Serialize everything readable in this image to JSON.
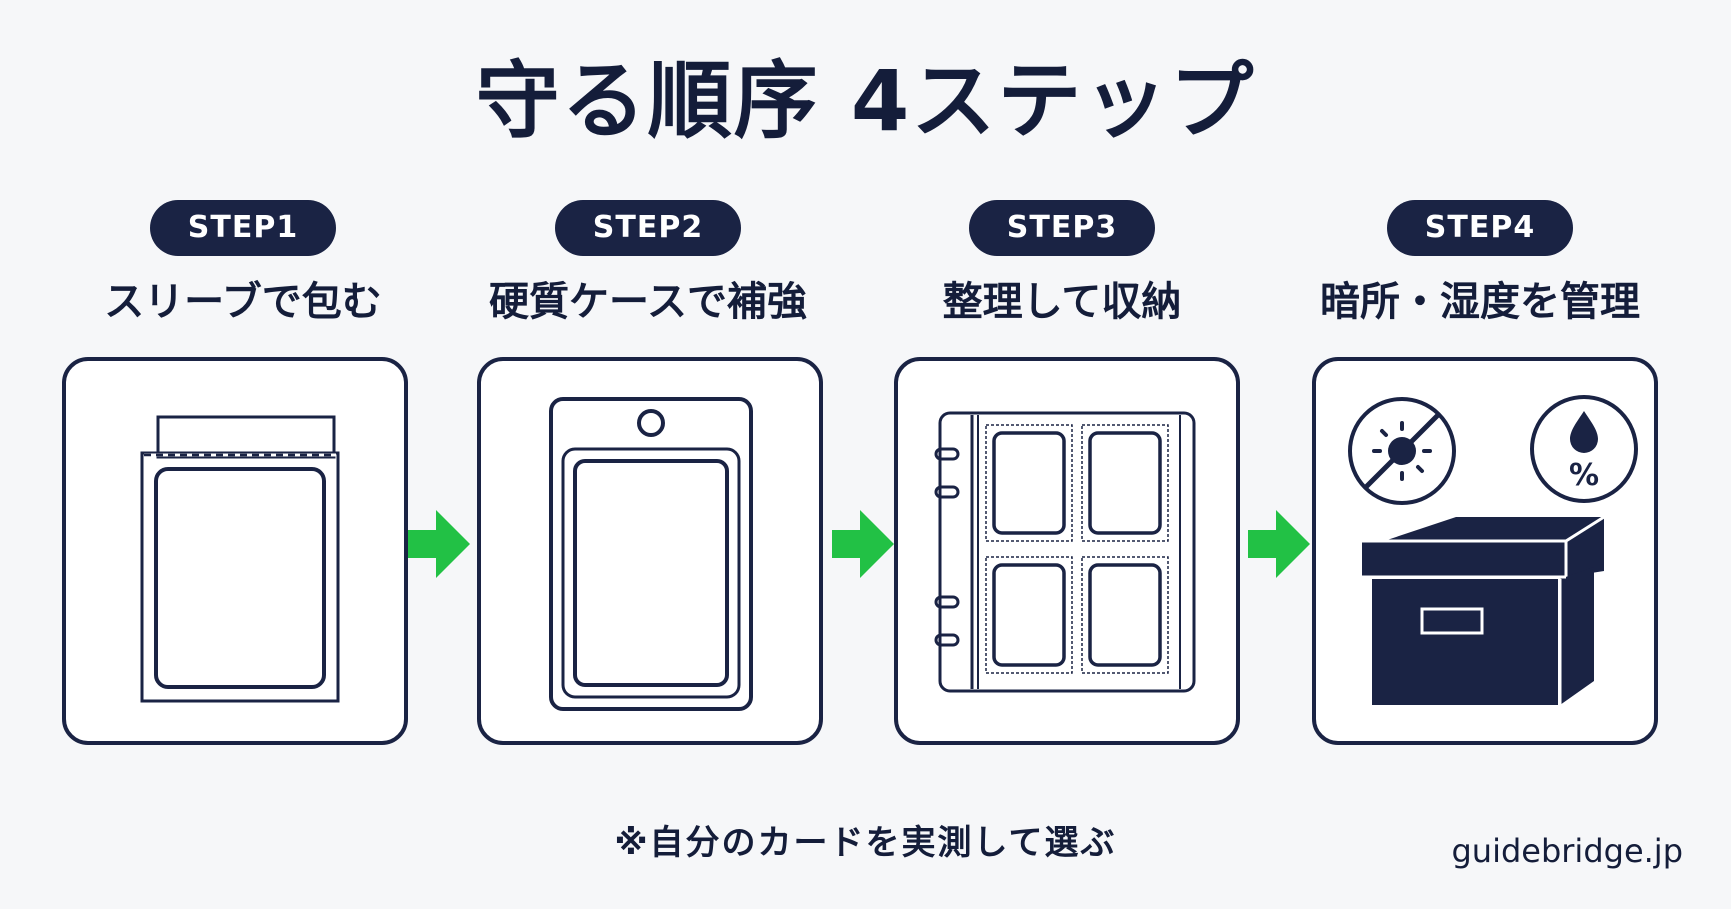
{
  "title": "守る順序 4ステップ",
  "steps": [
    {
      "badge": "STEP1",
      "label": "スリーブで包む"
    },
    {
      "badge": "STEP2",
      "label": "硬質ケースで補強"
    },
    {
      "badge": "STEP3",
      "label": "整理して収納"
    },
    {
      "badge": "STEP4",
      "label": "暗所・湿度を管理"
    }
  ],
  "step4_humidity_symbol": "%",
  "note": "※自分のカードを実測して選ぶ",
  "site": "guidebridge.jp",
  "colors": {
    "navy": "#1a2344",
    "arrow_green": "#22c145",
    "background": "#f6f7f9"
  },
  "icons": [
    "sleeve-icon",
    "toploader-icon",
    "binder-icon",
    "no-sunlight-icon",
    "humidity-icon",
    "storage-box-icon",
    "arrow-right-icon"
  ]
}
